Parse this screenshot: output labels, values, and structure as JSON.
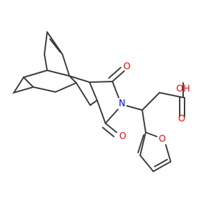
{
  "molecule": {
    "atoms": {
      "o_imide_top": {
        "text": "O",
        "color": "#ff0000"
      },
      "o_imide_bottom": {
        "text": "O",
        "color": "#ff0000"
      },
      "n_imide": {
        "text": "N",
        "color": "#0000ff"
      },
      "o_acid_hydroxyl": {
        "text": "OH",
        "color": "#ff0000"
      },
      "o_acid_carbonyl": {
        "text": "O",
        "color": "#ff0000"
      },
      "o_furan": {
        "text": "O",
        "color": "#ff0000"
      }
    },
    "bond_color": "#3b3b3b"
  }
}
